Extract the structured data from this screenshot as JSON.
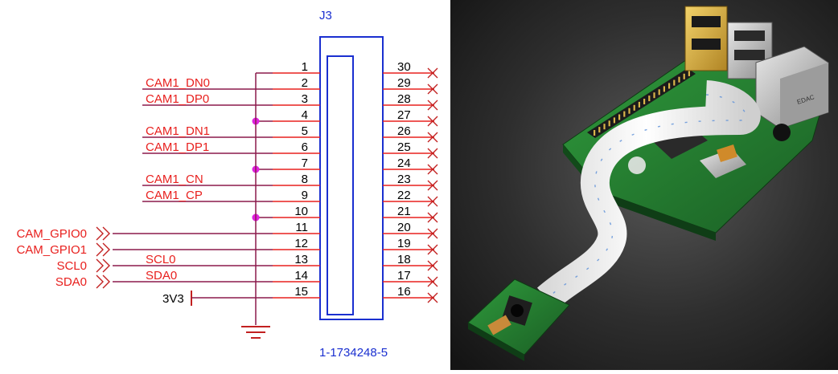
{
  "colors": {
    "net_label": "#e8201e",
    "wire": "#8b1a4c",
    "pin_line": "#e8201e",
    "part_outline": "#1a2fd0",
    "junction": "#e020e0",
    "no_connect": "#c22020",
    "text": "#000000",
    "ref": "#1a2fd0"
  },
  "schematic": {
    "ref_designator": "J3",
    "part_number": "1-1734248-5",
    "power_label": "3V3",
    "left_pins": [
      {
        "num": "1",
        "net": ""
      },
      {
        "num": "2",
        "net": "CAM1_DN0"
      },
      {
        "num": "3",
        "net": "CAM1_DP0"
      },
      {
        "num": "4",
        "net": ""
      },
      {
        "num": "5",
        "net": "CAM1_DN1"
      },
      {
        "num": "6",
        "net": "CAM1_DP1"
      },
      {
        "num": "7",
        "net": ""
      },
      {
        "num": "8",
        "net": "CAM1_CN"
      },
      {
        "num": "9",
        "net": "CAM1_CP"
      },
      {
        "num": "10",
        "net": ""
      },
      {
        "num": "11",
        "net": ""
      },
      {
        "num": "12",
        "net": ""
      },
      {
        "num": "13",
        "net": "SCL0"
      },
      {
        "num": "14",
        "net": "SDA0"
      },
      {
        "num": "15",
        "net": ""
      }
    ],
    "right_pins": [
      "30",
      "29",
      "28",
      "27",
      "26",
      "25",
      "24",
      "23",
      "22",
      "21",
      "20",
      "19",
      "18",
      "17",
      "16"
    ],
    "ports": [
      "CAM_GPIO0",
      "CAM_GPIO1",
      "SCL0",
      "SDA0"
    ]
  },
  "photo": {
    "board_marking": "EDAC"
  }
}
